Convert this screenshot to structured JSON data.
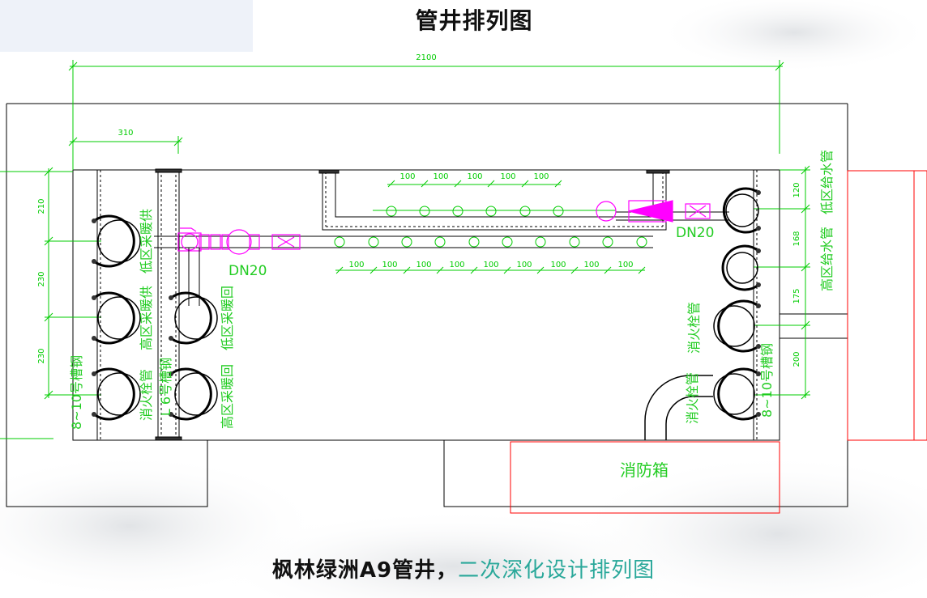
{
  "title": "管井排列图",
  "caption": {
    "part1": "枫林绿洲A9管井，",
    "part2": "二次深化设计排列图"
  },
  "colors": {
    "line": "#000000",
    "dimension": "#00cc00",
    "label": "#22cc22",
    "valve": "#ff00ff",
    "outline_red": "#ff0000",
    "caption_accent": "#2aa89a"
  },
  "dimensions": {
    "overall_width": "2100",
    "left_offset": "310",
    "left_vertical": [
      "210",
      "230",
      "230"
    ],
    "right_vertical": [
      "120",
      "168",
      "175",
      "200"
    ],
    "upper_spacing": [
      "100",
      "100",
      "100",
      "100",
      "100"
    ],
    "lower_spacing": [
      "100",
      "100",
      "100",
      "100",
      "100",
      "100",
      "100",
      "100",
      "100"
    ]
  },
  "labels": {
    "dn20_left": "DN20",
    "dn20_right": "DN20",
    "fire_box": "消防箱",
    "left_channel_steel": "8~10号槽钢",
    "left_fire_hydrant": "消火栓管",
    "left_angle_steel": "L 6号槽钢",
    "high_zone_heating_supply": "高区采暖供",
    "low_zone_heating_supply": "低区采暖供",
    "high_zone_heating_return": "高区采暖回",
    "low_zone_heating_return": "低区采暖回",
    "low_zone_water_supply": "低区给水管",
    "high_zone_water_supply": "高区给水管",
    "right_fire_hydrant_1": "消火栓管",
    "right_fire_hydrant_2": "消火栓管",
    "right_channel_steel": "8~10号槽钢"
  }
}
